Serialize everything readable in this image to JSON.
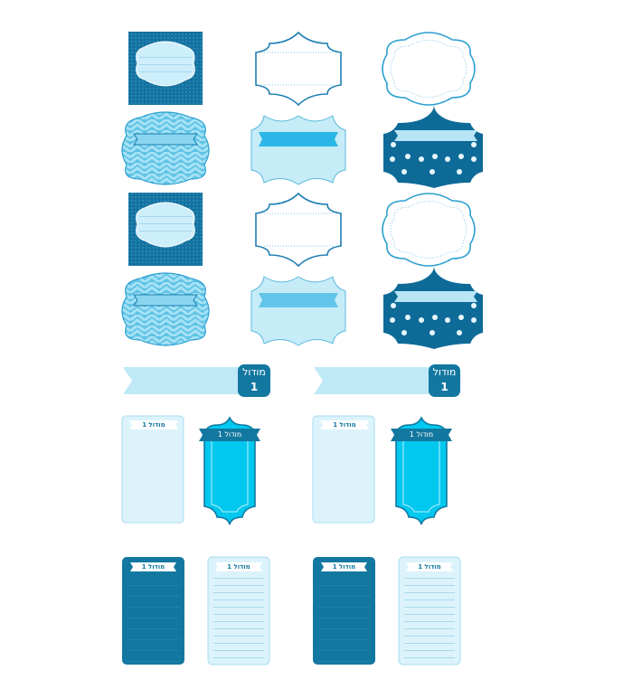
{
  "labels": {
    "module_word": "מודול",
    "module_number": "1",
    "module_short": "מודול 1"
  },
  "colors": {
    "dark_blue": "#0f6d96",
    "mid_blue": "#1a8bbd",
    "bright_blue": "#00c8ef",
    "light_blue": "#bfe9f7",
    "pale_blue": "#dcf3fb",
    "outline_blue": "#2a9fd0"
  }
}
